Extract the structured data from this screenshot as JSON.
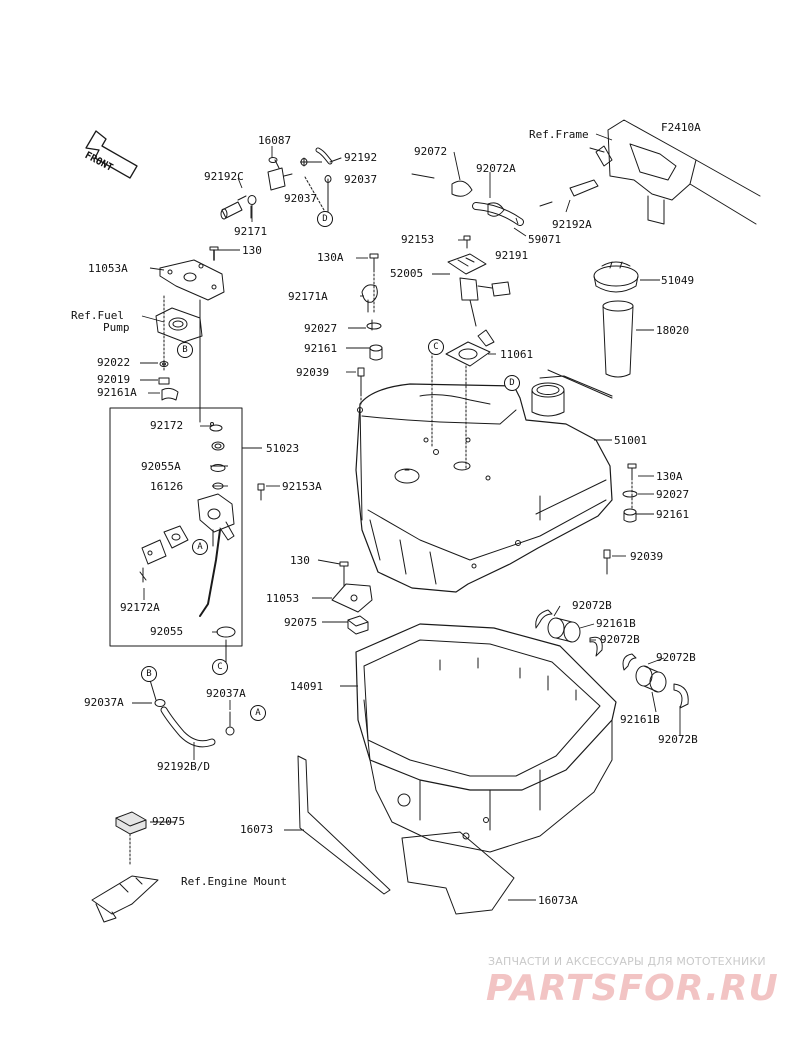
{
  "diagram_code": "F2410A",
  "front_arrow_label": "FRONT",
  "watermark": {
    "tagline": "ЗАПЧАСТИ И АКСЕССУАРЫ ДЛЯ МОТОТЕХНИКИ",
    "logo": "PARTSFOR.RU"
  },
  "refs": {
    "frame": "Ref.Frame",
    "fuel_pump_line1": "Ref.Fuel",
    "fuel_pump_line2": "Pump",
    "engine_mount": "Ref.Engine Mount"
  },
  "callouts": {
    "A": "A",
    "B": "B",
    "C": "C",
    "D": "D"
  },
  "parts": {
    "p16087": "16087",
    "p92192": "92192",
    "p92192C": "92192C",
    "p92037": "92037",
    "p92037b": "92037",
    "p92171": "92171",
    "p130": "130",
    "p11053A": "11053A",
    "p92022": "92022",
    "p92019": "92019",
    "p92161A": "92161A",
    "p92172": "92172",
    "p51023": "51023",
    "p92055A": "92055A",
    "p16126": "16126",
    "p92153A": "92153A",
    "p92172A": "92172A",
    "p92055": "92055",
    "p92037A_left": "92037A",
    "p92037A": "92037A",
    "p92192BD": "92192B/D",
    "p92075_bottom": "92075",
    "p16073": "16073",
    "p92072": "92072",
    "p92072A": "92072A",
    "p92153": "92153",
    "p59071": "59071",
    "p92191": "92191",
    "p92192A": "92192A",
    "p130A": "130A",
    "p52005": "52005",
    "p51049": "51049",
    "p92171A": "92171A",
    "p92027": "92027",
    "p92161": "92161",
    "p11061": "11061",
    "p18020": "18020",
    "p92039": "92039",
    "p51001": "51001",
    "p130A_right": "130A",
    "p92027_right": "92027",
    "p92161_right": "92161",
    "p92039_right": "92039",
    "p130_mid": "130",
    "p11053": "11053",
    "p92075": "92075",
    "p14091": "14091",
    "p92072B_1": "92072B",
    "p92161B_1": "92161B",
    "p92072B_2": "92072B",
    "p92072B_3": "92072B",
    "p92161B_2": "92161B",
    "p92072B_4": "92072B",
    "p16073A": "16073A"
  }
}
